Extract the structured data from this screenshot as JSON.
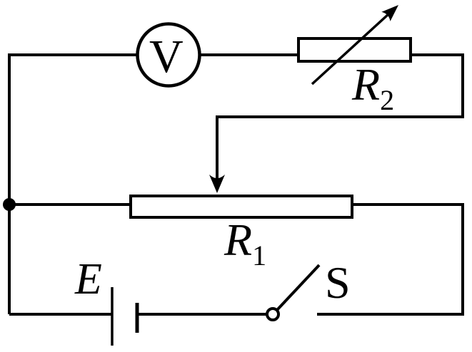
{
  "diagram": {
    "kind": "physics-circuit-schematic",
    "colors": {
      "ink": "#000000",
      "paper": "#ffffff"
    },
    "components": {
      "voltmeter": {
        "label": "V"
      },
      "rheostat_r2": {
        "label": "R",
        "sub": "2"
      },
      "resistor_r1": {
        "label": "R",
        "sub": "1"
      },
      "battery_e": {
        "label": "E"
      },
      "switch_s": {
        "label": "S"
      }
    }
  }
}
